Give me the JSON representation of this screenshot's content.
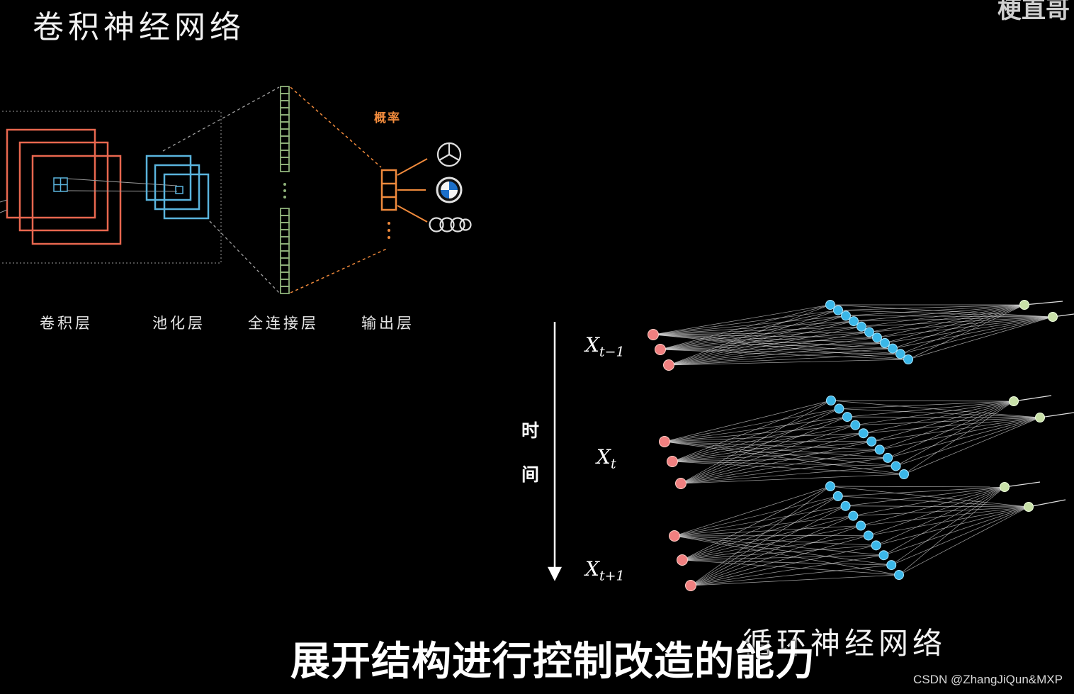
{
  "cnn": {
    "title": "卷积神经网络",
    "layers": [
      "卷积层",
      "池化层",
      "全连接层",
      "输出层"
    ],
    "prob_label": "概率",
    "outputs": [
      "mercedes-logo",
      "bmw-logo",
      "audi-logo"
    ]
  },
  "watermark": "梗直哥",
  "rnn": {
    "title": "循环神经网络",
    "time_label_1": "时",
    "time_label_2": "间",
    "x_base": "X",
    "steps": [
      {
        "sub": "t−1"
      },
      {
        "sub": "t"
      },
      {
        "sub": "t+1"
      }
    ]
  },
  "subtitle": "展开结构进行控制改造的能力",
  "credit": "CSDN @ZhangJiQun&MXP",
  "colors": {
    "conv": "#e8674f",
    "pool": "#5ab4dd",
    "fc": "#8fb27a",
    "output": "#f08a3c",
    "input_node": "#f08080",
    "hidden_node": "#3bb7e8",
    "output_node": "#c8e0a8"
  }
}
